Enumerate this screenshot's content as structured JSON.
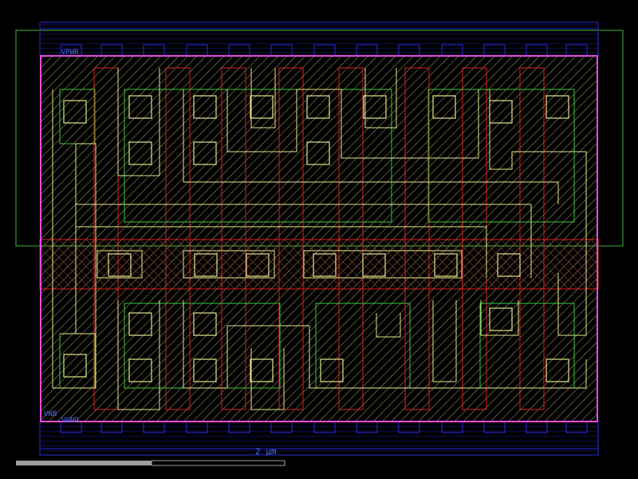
{
  "pins": {
    "vpwr": "VPWR",
    "vgnd": "VGND",
    "vnb": "VNB"
  },
  "scale_bar": {
    "label": "2 µm"
  },
  "colors": {
    "background": "#000000",
    "nwell": "#3cb43c",
    "poly": "#e02020",
    "li1": "#e6e68c",
    "met1": "#2a2ad8",
    "boundary": "#e050e0",
    "diff": "#3cc83c",
    "scale_bar_fill": "#a0a0a0",
    "label_text": "#4a6cff"
  },
  "icons": {
    "scale_bar": "scale-bar-icon"
  }
}
